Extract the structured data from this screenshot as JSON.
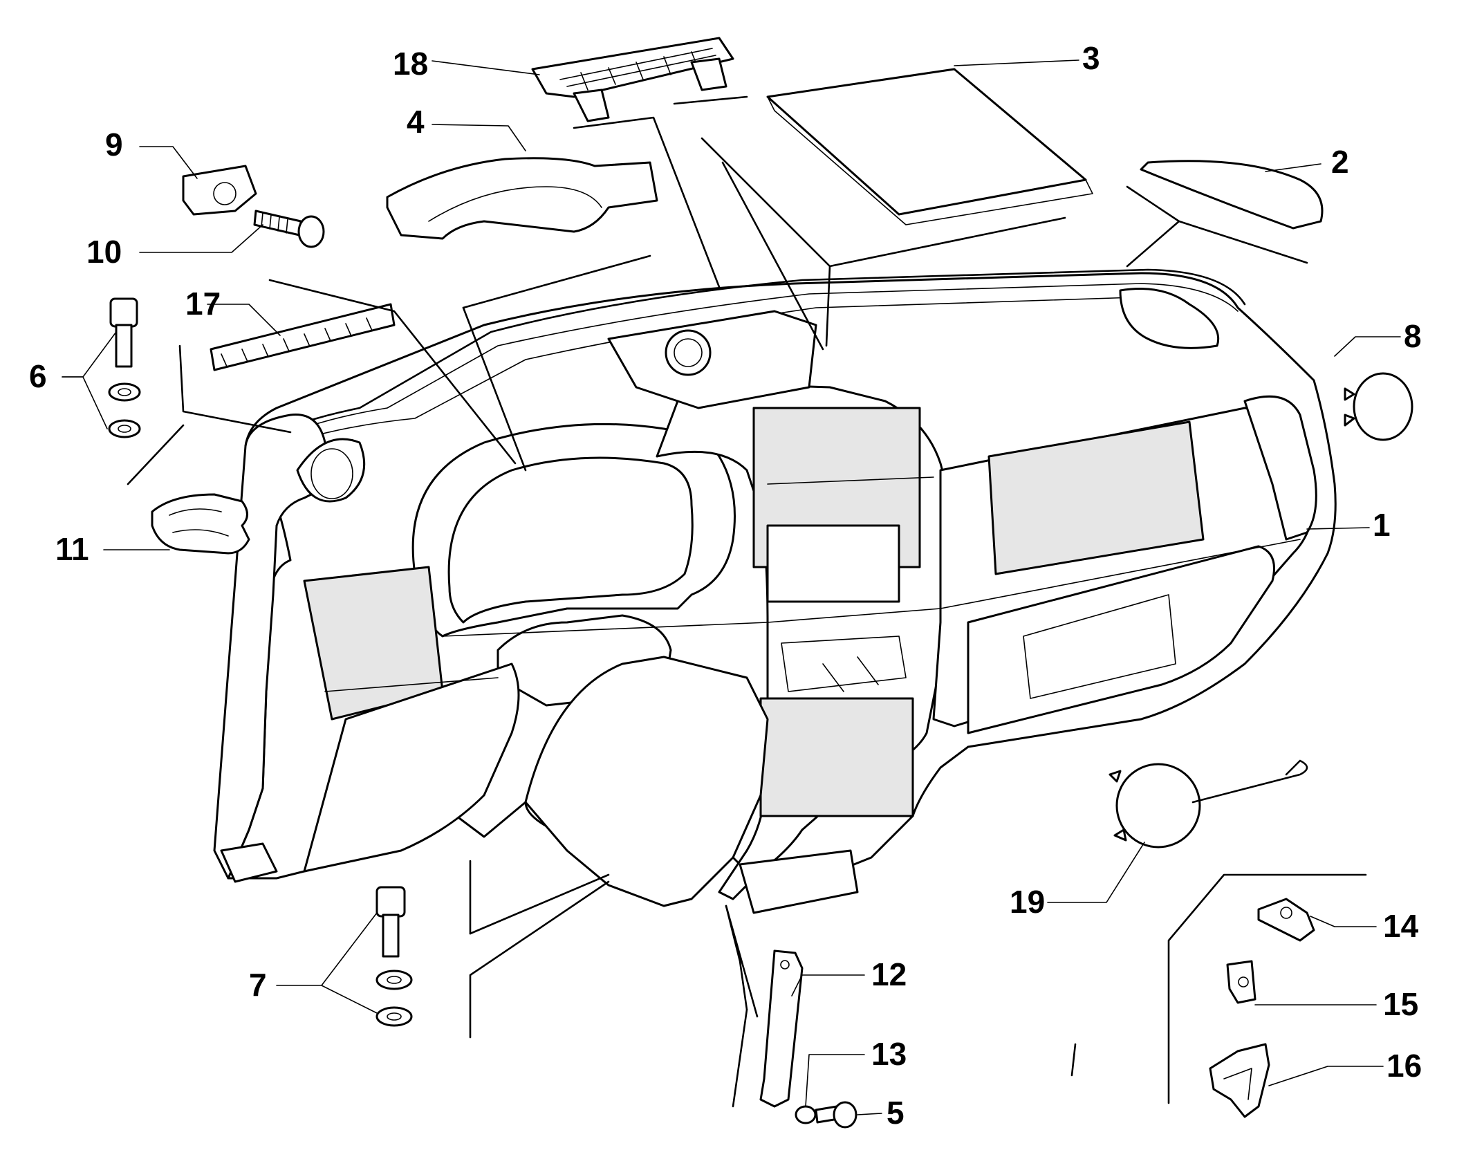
{
  "callouts": [
    {
      "id": "1",
      "text": "1"
    },
    {
      "id": "2",
      "text": "2"
    },
    {
      "id": "3",
      "text": "3"
    },
    {
      "id": "4",
      "text": "4"
    },
    {
      "id": "5",
      "text": "5"
    },
    {
      "id": "6",
      "text": "6"
    },
    {
      "id": "7",
      "text": "7"
    },
    {
      "id": "8",
      "text": "8"
    },
    {
      "id": "9",
      "text": "9"
    },
    {
      "id": "10",
      "text": "10"
    },
    {
      "id": "11",
      "text": "11"
    },
    {
      "id": "12",
      "text": "12"
    },
    {
      "id": "13",
      "text": "13"
    },
    {
      "id": "14",
      "text": "14"
    },
    {
      "id": "15",
      "text": "15"
    },
    {
      "id": "16",
      "text": "16"
    },
    {
      "id": "17",
      "text": "17"
    },
    {
      "id": "18",
      "text": "18"
    },
    {
      "id": "19",
      "text": "19"
    }
  ],
  "colors": {
    "line": "#000000",
    "background": "#ffffff",
    "fill": "#e6e6e6"
  }
}
